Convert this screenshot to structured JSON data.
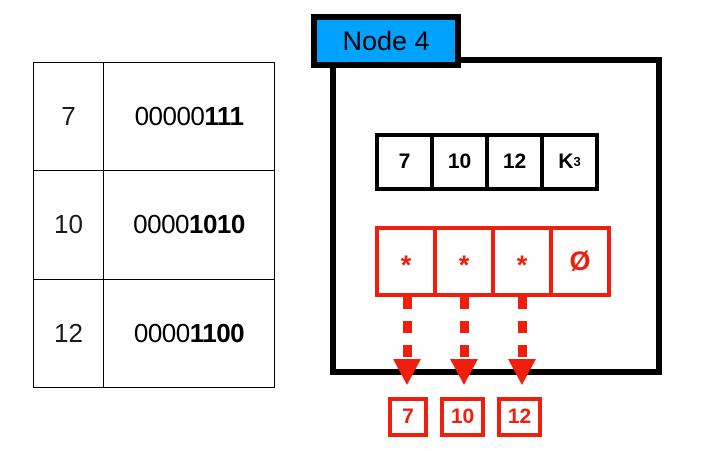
{
  "colors": {
    "accent_blue": "#00A2FF",
    "accent_red": "#F01E0C",
    "border_black": "#000000",
    "background": "#FFFFFF"
  },
  "binary_table": {
    "rows": [
      {
        "decimal": "7",
        "binary_prefix": "00000",
        "binary_suffix": "111",
        "binary_full": "00000111"
      },
      {
        "decimal": "10",
        "binary_prefix": "0000",
        "binary_suffix": "1010",
        "binary_full": "00001010"
      },
      {
        "decimal": "12",
        "binary_prefix": "0000",
        "binary_suffix": "1100",
        "binary_full": "00001100"
      }
    ]
  },
  "node": {
    "label": "Node 4",
    "key_row": [
      {
        "value": "7"
      },
      {
        "value": "10"
      },
      {
        "value": "12"
      },
      {
        "value": "K",
        "subscript": "3"
      }
    ],
    "pointer_row": [
      {
        "symbol": "*"
      },
      {
        "symbol": "*"
      },
      {
        "symbol": "*"
      },
      {
        "symbol": "Ø"
      }
    ]
  },
  "leaves": [
    {
      "value": "7"
    },
    {
      "value": "10"
    },
    {
      "value": "12"
    }
  ]
}
